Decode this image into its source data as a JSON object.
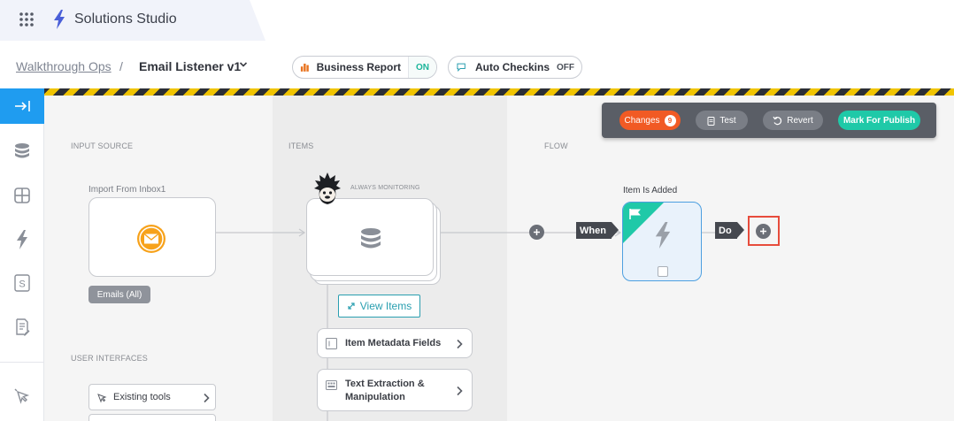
{
  "header": {
    "app_title": "Solutions Studio",
    "menu_icon": "apps-grid-icon",
    "logo_icon": "bolt-icon"
  },
  "breadcrumb": {
    "parent": "Walkthrough Ops",
    "separator": "/",
    "current": "Email Listener v1"
  },
  "toggles": {
    "business_report": {
      "label": "Business Report",
      "state": "ON"
    },
    "auto_checkins": {
      "label": "Auto Checkins",
      "state": "OFF"
    }
  },
  "toolbar": {
    "changes_label": "Changes",
    "changes_count": "9",
    "test_label": "Test",
    "revert_label": "Revert",
    "publish_label": "Mark For Publish"
  },
  "columns": {
    "input_source": "INPUT SOURCE",
    "items": "ITEMS",
    "flow": "FLOW",
    "user_interfaces": "USER INTERFACES"
  },
  "input": {
    "title": "Import From Inbox1",
    "tag": "Emails (All)"
  },
  "items": {
    "monitoring_label": "ALWAYS MONITORING",
    "view_button": "View Items",
    "list": [
      {
        "label": "Item Metadata Fields"
      },
      {
        "label_line1": "Text Extraction &",
        "label_line2": "Manipulation"
      }
    ]
  },
  "interfaces": {
    "existing_tools": "Existing tools"
  },
  "flow": {
    "when_label": "When",
    "trigger_title": "Item Is Added",
    "do_label": "Do"
  },
  "colors": {
    "accent_blue": "#1f9cf0",
    "teal": "#1fc9a8",
    "orange": "#f15a24",
    "highlight_red": "#e74c3c"
  }
}
